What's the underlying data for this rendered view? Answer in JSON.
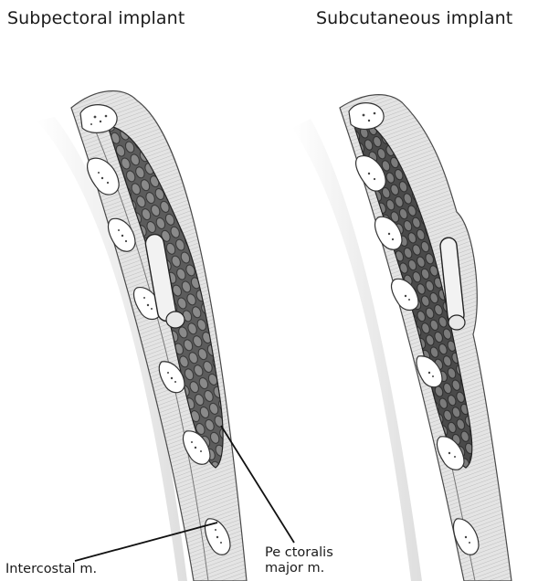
{
  "titles": {
    "left": "Subpectoral implant",
    "right": "Subcutaneous implant"
  },
  "labels": {
    "intercostal": "Intercostal m.",
    "pectoralis_line1": "Pe ctoralis",
    "pectoralis_line2": "major m."
  }
}
